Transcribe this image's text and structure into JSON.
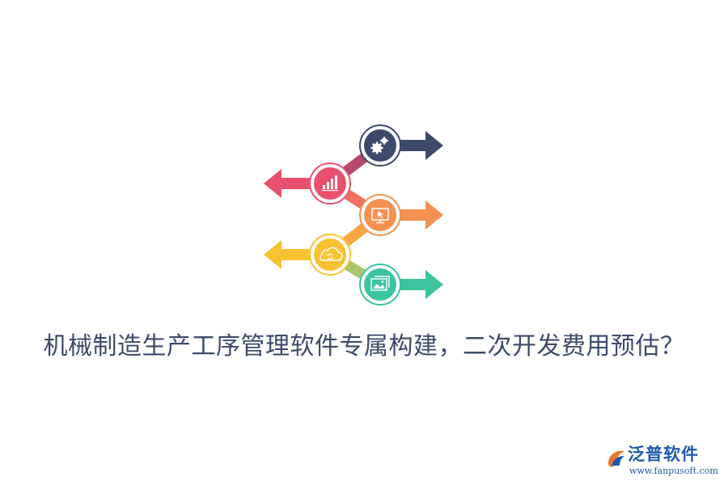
{
  "headline": "机械制造生产工序管理软件专属构建，二次开发费用预估？",
  "brand": {
    "name": "泛普软件",
    "url": "www.fanpusoft.com"
  },
  "steps": [
    {
      "icon": "gears-icon",
      "color": "#3d4a6b",
      "direction": "right"
    },
    {
      "icon": "bar-chart-icon",
      "color": "#e8506e",
      "direction": "left"
    },
    {
      "icon": "screen-cursor-icon",
      "color": "#f59150",
      "direction": "right"
    },
    {
      "icon": "cloud-sync-icon",
      "color": "#f9c232",
      "direction": "left"
    },
    {
      "icon": "image-gallery-icon",
      "color": "#3cc49c",
      "direction": "right"
    }
  ]
}
